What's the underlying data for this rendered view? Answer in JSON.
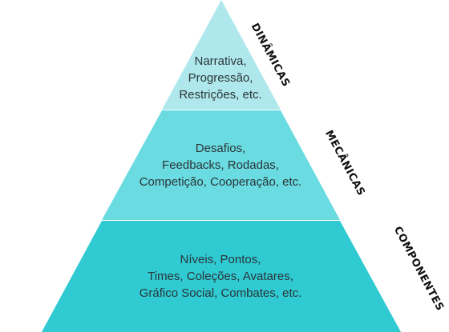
{
  "colors": {
    "top_tier": "#aee8ec",
    "middle_tier": "#69dbe1",
    "bottom_tier": "#2fcad2",
    "text": "#2b3538",
    "label": "#111111"
  },
  "tiers": [
    {
      "label": "DINÂMICAS",
      "lines": [
        "Narrativa,",
        "Progressão,",
        "Restrições, etc."
      ]
    },
    {
      "label": "MECÂNICAS",
      "lines": [
        "Desafios,",
        "Feedbacks, Rodadas,",
        "Competição, Cooperação, etc."
      ]
    },
    {
      "label": "COMPONENTES",
      "lines": [
        "Níveis, Pontos,",
        "Times, Coleções, Avatares,",
        "Gráfico Social, Combates, etc."
      ]
    }
  ]
}
